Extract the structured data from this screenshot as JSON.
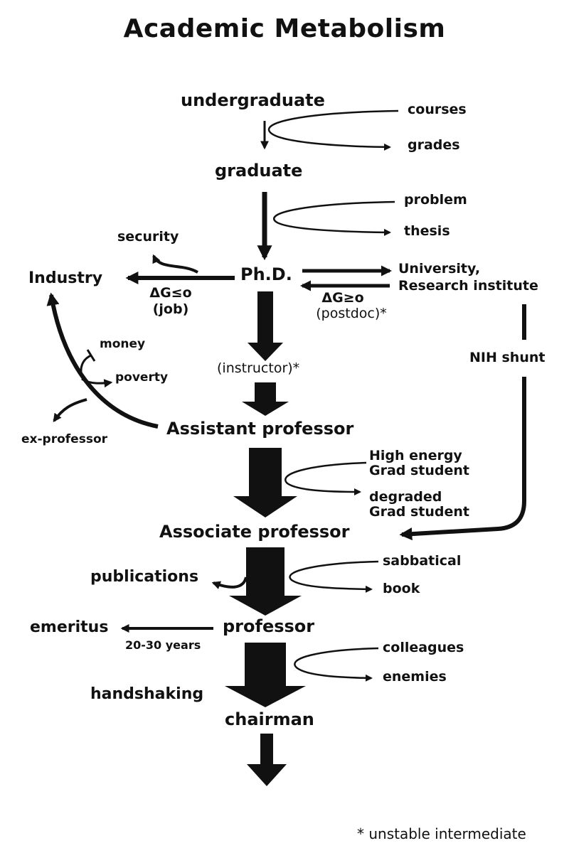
{
  "title": "Academic Metabolism",
  "stages": {
    "undergraduate": "undergraduate",
    "graduate": "graduate",
    "phd": "Ph.D.",
    "instructor": "(instructor)*",
    "assistant": "Assistant professor",
    "associate": "Associate professor",
    "professor": "professor",
    "chairman": "chairman"
  },
  "side_products": {
    "courses": "courses",
    "grades": "grades",
    "problem": "problem",
    "thesis": "thesis",
    "high_energy_line1": "High energy",
    "high_energy_line2": "Grad student",
    "degraded_line1": "degraded",
    "degraded_line2": "Grad student",
    "sabbatical": "sabbatical",
    "book": "book",
    "colleagues": "colleagues",
    "enemies": "enemies"
  },
  "branches": {
    "industry": "Industry",
    "security": "security",
    "dg_job": "ΔG≤o",
    "job": "(job)",
    "university_line1": "University,",
    "university_line2": "Research institute",
    "dg_postdoc": "ΔG≥o",
    "postdoc": "(postdoc)*",
    "nih_shunt": "NIH shunt",
    "money": "money",
    "poverty": "poverty",
    "ex_professor": "ex-professor",
    "publications": "publications",
    "emeritus": "emeritus",
    "years": "20-30 years",
    "handshaking": "handshaking"
  },
  "footnote": "* unstable intermediate",
  "colors": {
    "ink": "#111111",
    "background": "#ffffff"
  }
}
